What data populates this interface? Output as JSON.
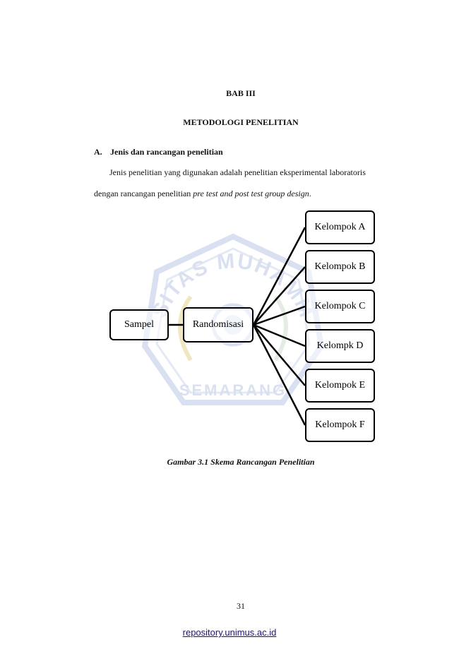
{
  "chapter": "BAB III",
  "title": "METODOLOGI PENELITIAN",
  "section": {
    "number": "A.",
    "title": "Jenis dan rancangan penelitian"
  },
  "paragraph": {
    "line1": "Jenis penelitian yang digunakan adalah penelitian eksperimental laboratoris",
    "line2_prefix": "dengan rancangan penelitian ",
    "line2_italic": "pre test and post test group design",
    "line2_suffix": "."
  },
  "diagram": {
    "source": "Sampel",
    "middle": "Randomisasi",
    "groups": [
      "Kelompok A",
      "Kelompok B",
      "Kelompok C",
      "Kelompk D",
      "Kelompok E",
      "Kelompok F"
    ]
  },
  "caption": "Gambar 3.1 Skema Rancangan Penelitian",
  "page_number": "31",
  "footer_link": "repository.unimus.ac.id",
  "watermark": {
    "top_text": "UNIVERSITAS MUHAMMADIYAH",
    "bottom_text": "SEMARANG"
  },
  "colors": {
    "watermark": "#b9c8e6",
    "link": "#1a0dab"
  }
}
